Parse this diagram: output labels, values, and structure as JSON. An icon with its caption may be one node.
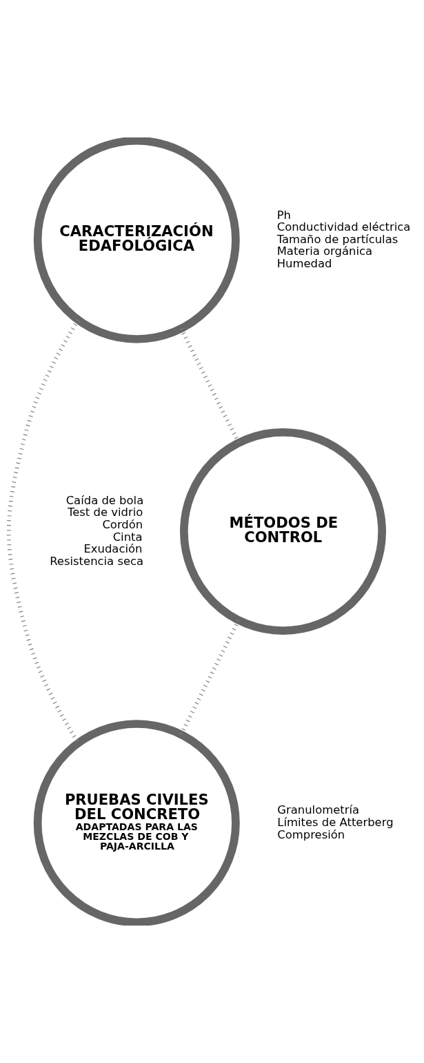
{
  "diagram": {
    "nodes": [
      {
        "text": [
          "CARACTERIZACIÓN EDAFOLÓGICA"
        ],
        "beside": [
          "Ph",
          "Conductividad eléctrica",
          "Tamaño de partículas",
          "Materia orgánica",
          "Humedad"
        ]
      },
      {
        "text": [
          "MÉTODOS DE CONTROL"
        ],
        "beside": [
          "Caída de bola",
          "Test de vidrio",
          "Cordón",
          "Cinta",
          "Exudación",
          "Resistencia seca"
        ]
      },
      {
        "text": [
          "PRUEBAS CIVILES DEL CONCRETO",
          "ADAPTADAS PARA LAS MEZCLAS DE COB Y PAJA-ARCILLA"
        ],
        "beside": [
          "Granulometría",
          "Límites de Atterberg",
          "Compresión"
        ]
      }
    ],
    "edges": [
      {
        "from": 0,
        "to": 1,
        "arrow": "none"
      },
      {
        "from": 1,
        "to": 2,
        "arrow": "none"
      },
      {
        "from": 0,
        "to": 2,
        "arrow": "none"
      }
    ]
  }
}
